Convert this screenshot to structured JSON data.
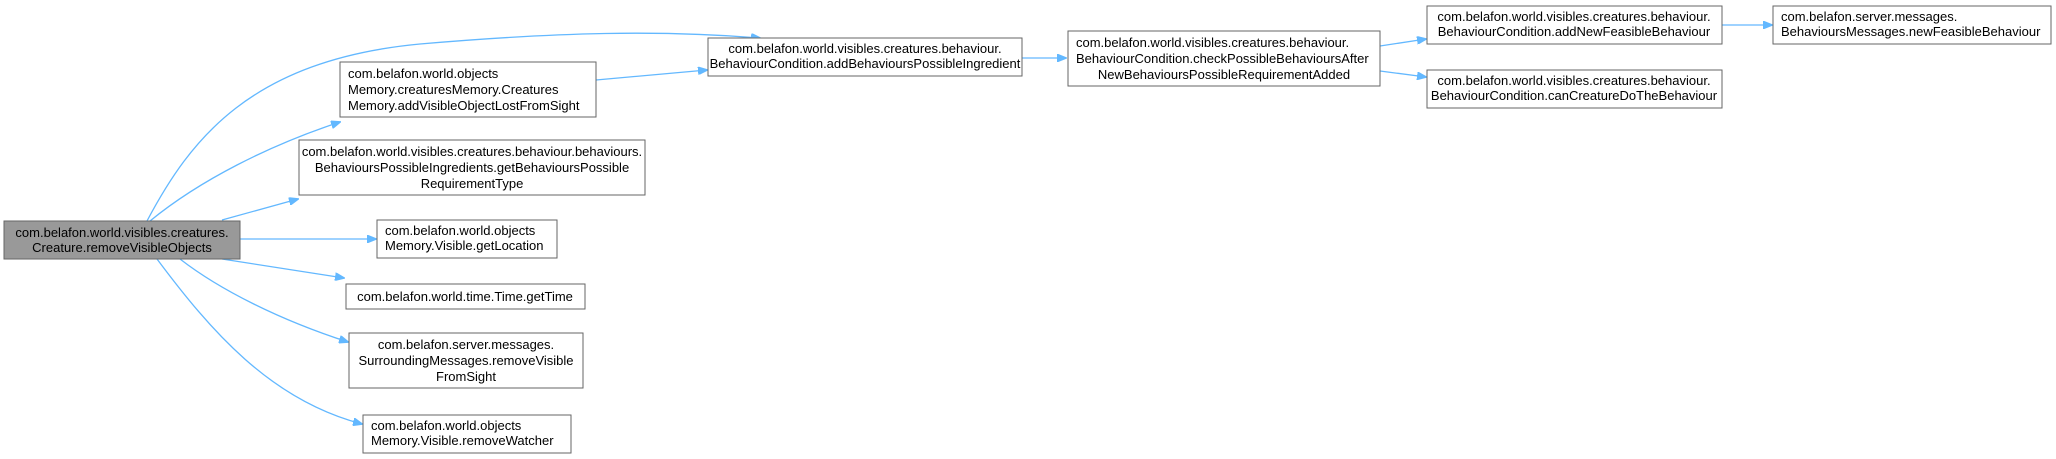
{
  "nodes": {
    "root": [
      "com.belafon.world.visibles.creatures.",
      "Creature.removeVisibleObjects"
    ],
    "addVisibleLost": [
      "com.belafon.world.objects",
      "Memory.creaturesMemory.Creatures",
      "Memory.addVisibleObjectLostFromSight"
    ],
    "addBehavioursPossible": [
      "com.belafon.world.visibles.creatures.behaviour.",
      "BehaviourCondition.addBehavioursPossibleIngredient"
    ],
    "checkPossible": [
      "com.belafon.world.visibles.creatures.behaviour.",
      "BehaviourCondition.checkPossibleBehavioursAfter",
      "NewBehavioursPossibleRequirementAdded"
    ],
    "addNewFeasible": [
      "com.belafon.world.visibles.creatures.behaviour.",
      "BehaviourCondition.addNewFeasibleBehaviour"
    ],
    "newFeasibleMsg": [
      "com.belafon.server.messages.",
      "BehavioursMessages.newFeasibleBehaviour"
    ],
    "canCreatureDo": [
      "com.belafon.world.visibles.creatures.behaviour.",
      "BehaviourCondition.canCreatureDoTheBehaviour"
    ],
    "getReqType": [
      "com.belafon.world.visibles.creatures.behaviour.behaviours.",
      "BehavioursPossibleIngredients.getBehavioursPossible",
      "RequirementType"
    ],
    "getLocation": [
      "com.belafon.world.objects",
      "Memory.Visible.getLocation"
    ],
    "getTime": [
      "com.belafon.world.time.Time.getTime"
    ],
    "removeVisibleFromSight": [
      "com.belafon.server.messages.",
      "SurroundingMessages.removeVisible",
      "FromSight"
    ],
    "removeWatcher": [
      "com.belafon.world.objects",
      "Memory.Visible.removeWatcher"
    ]
  }
}
